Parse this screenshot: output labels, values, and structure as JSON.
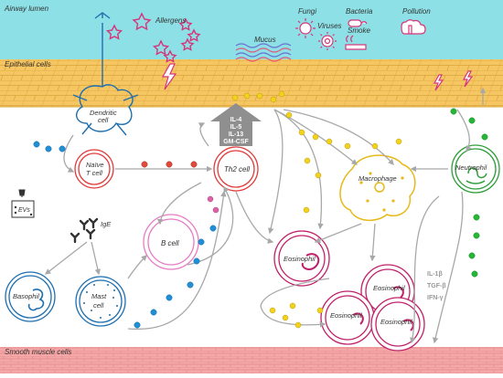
{
  "colors": {
    "lumen": "#8ce0e6",
    "epithelium": "#f6c662",
    "epithelium_lines": "#d9a43a",
    "smooth_muscle": "#f4a8a8",
    "allergen": "#d8347a",
    "dendritic": "#1e6fb0",
    "th2": "#e03a3a",
    "bcell": "#e57cc4",
    "eosinophil": "#c0206a",
    "neutrophil": "#2e9e3a",
    "macrophage": "#e7b91a",
    "cytokine_box": "#8f8f8f",
    "arrow": "#a8a8a8",
    "dot_yellow": "#f2d21b",
    "dot_red": "#e04a3a",
    "dot_blue": "#1f8fd6",
    "dot_green": "#27b536",
    "dot_pink": "#e060a8"
  },
  "labels": {
    "airway_lumen": "Airway lumen",
    "epithelial_cells": "Epithelial cells",
    "smooth_muscle_cells": "Smooth muscle cells",
    "allergens": "Allergens",
    "mucus": "Mucus",
    "fungi": "Fungi",
    "viruses": "Viruses",
    "bacteria": "Bacteria",
    "smoke": "Smoke",
    "pollution": "Pollution",
    "dendritic_cell_1": "Dendritic",
    "dendritic_cell_2": "cell",
    "naive_t_cell_1": "Naïve",
    "naive_t_cell_2": "T cell",
    "th2_cell": "Th2 cell",
    "b_cell": "B cell",
    "ige": "IgE",
    "evs": "EVs",
    "basophil": "Basophil",
    "mast_cell_1": "Mast",
    "mast_cell_2": "cell",
    "eosinophil": "Eosinophil",
    "macrophage": "Macrophage",
    "neutrophil": "Neutrophil"
  },
  "cytokines": [
    "IL-4",
    "IL-5",
    "IL-13",
    "GM-CSF"
  ],
  "other_cytokines": [
    "IL-1β",
    "TGF-β",
    "IFN-γ"
  ],
  "icons": [
    "allergen-star-icon",
    "fungi-icon",
    "virus-icon",
    "bacteria-icon",
    "smoke-icon",
    "pollution-cloud-icon",
    "lightning-icon",
    "ige-antibody-icon",
    "evs-vesicle-icon"
  ]
}
